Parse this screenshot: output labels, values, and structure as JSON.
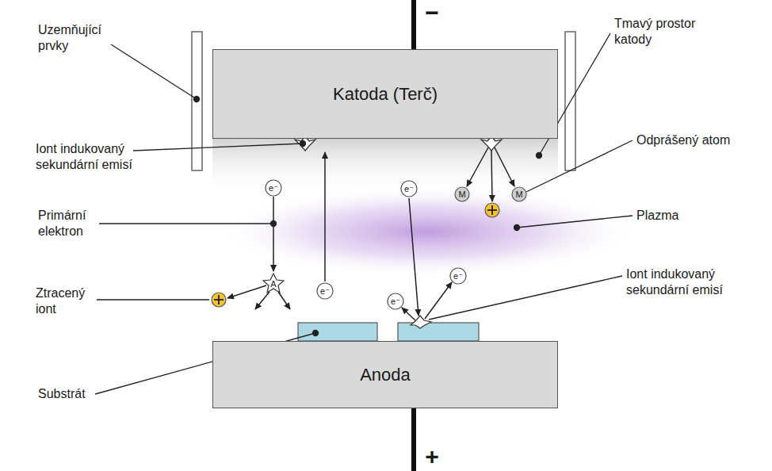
{
  "diagram": {
    "nodes": [
      {
        "text": [
          "Katoda (Terč)"
        ]
      },
      {
        "text": [
          "Anoda"
        ]
      }
    ],
    "labels": [
      "−",
      "Uzemňující prvky",
      "Tmavý prostor katody",
      "Iont indukovaný sekundární emisí",
      "Odprášený atom",
      "e⁻",
      "e⁻",
      "M",
      "M",
      "Primární elektron",
      "Plazma",
      "A",
      "Ztracený iont",
      "e⁻",
      "e⁻",
      "e⁻",
      "Iont indukovaný sekundární emisí",
      "Substrát",
      "+"
    ]
  }
}
